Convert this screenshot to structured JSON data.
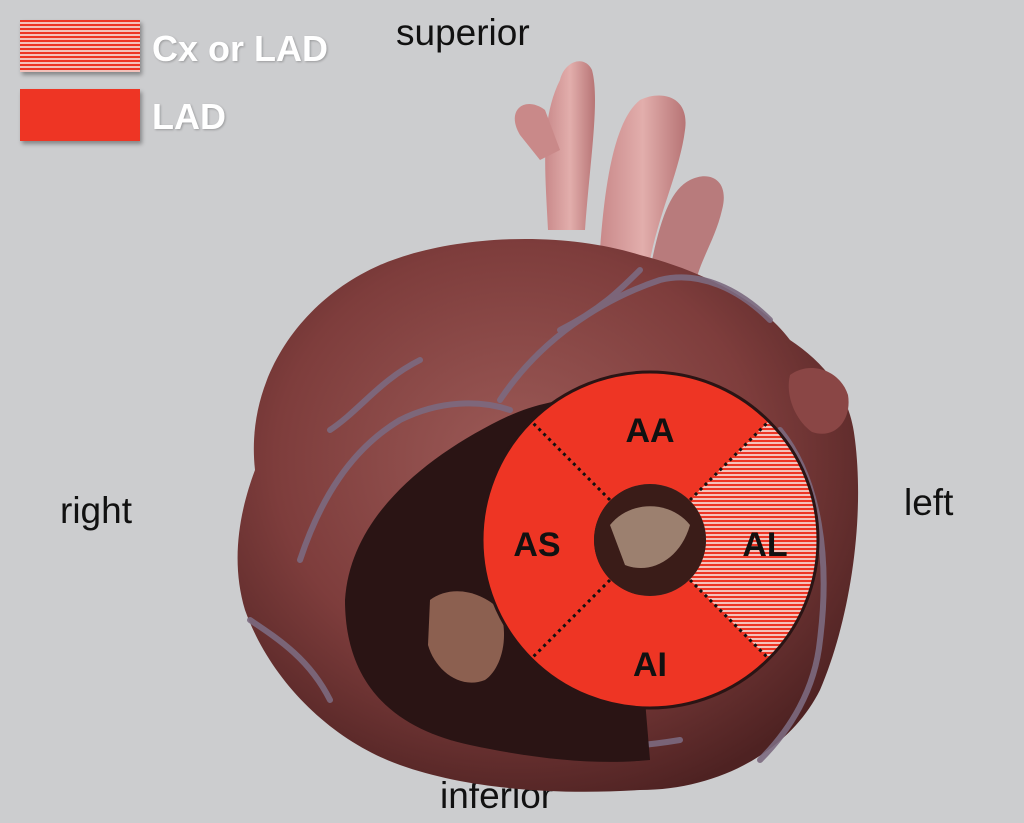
{
  "orientation": {
    "superior": "superior",
    "inferior": "inferior",
    "right": "right",
    "left": "left"
  },
  "legend": [
    {
      "label": "Cx or LAD",
      "pattern": "striped",
      "color": "#ee3524"
    },
    {
      "label": "LAD",
      "pattern": "solid",
      "color": "#ee3524"
    }
  ],
  "segments": {
    "anterior": "AA",
    "septal": "AS",
    "lateral": "AL",
    "inferior": "AI"
  },
  "colors": {
    "background": "#cccdcf",
    "lad_red": "#ee3524",
    "myocardium": "#7a3a3a",
    "cavity": "#2a1414"
  }
}
